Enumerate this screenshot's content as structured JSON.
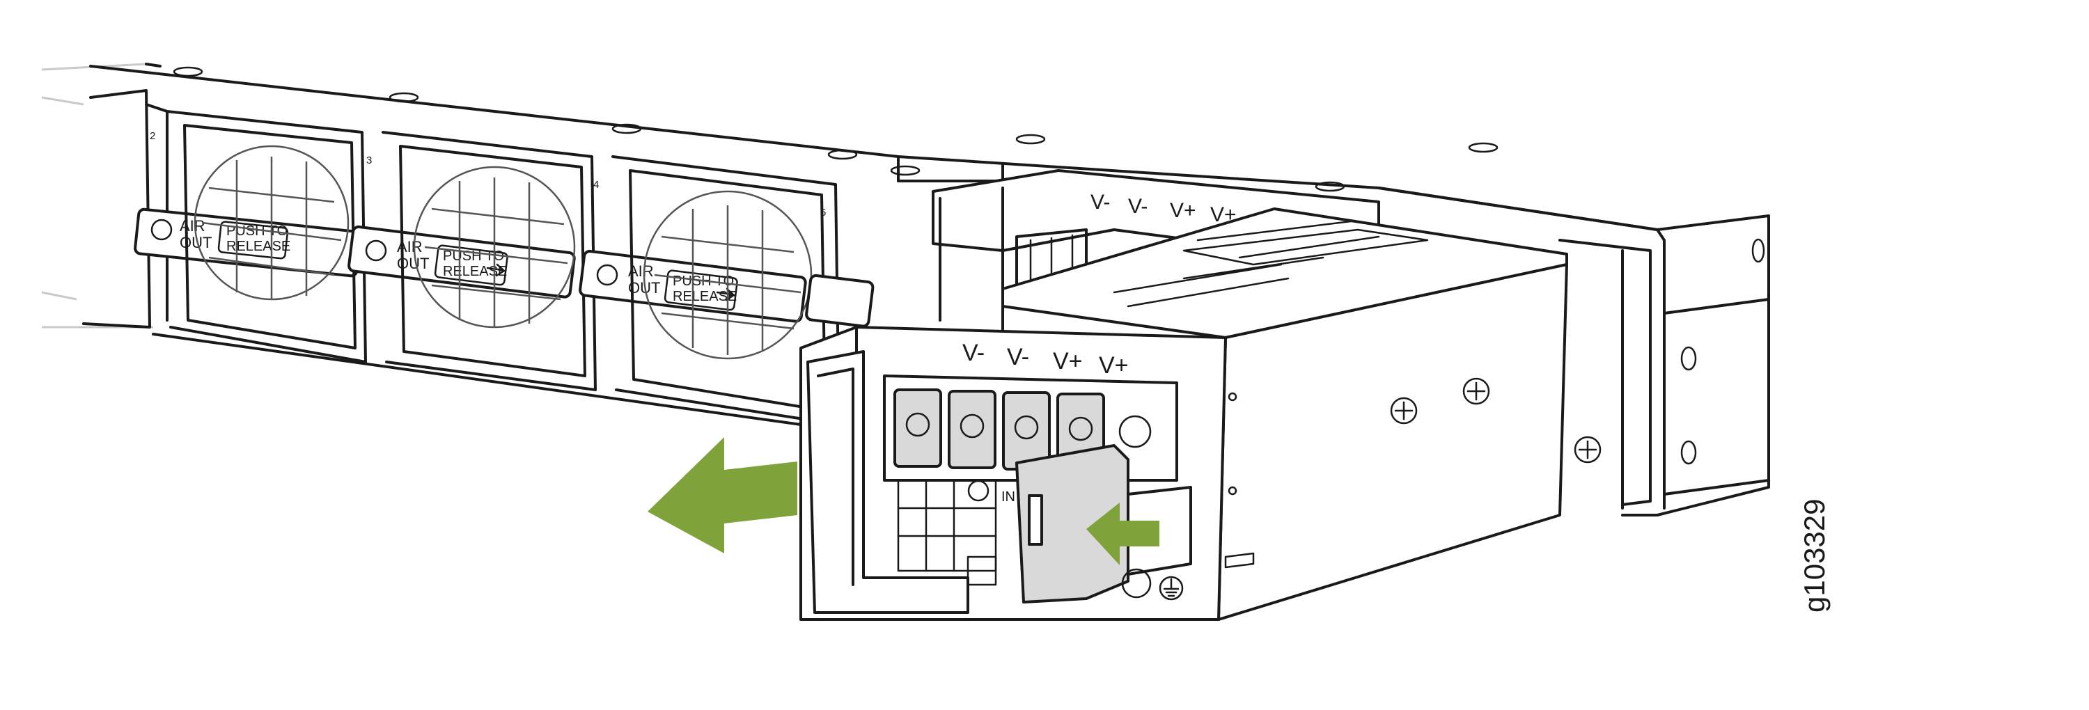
{
  "figure_id": "g103329",
  "accent_color": "#7fa23a",
  "fan_modules": [
    {
      "slot": "2",
      "air_label_1": "AIR",
      "air_label_2": "OUT",
      "release_label_1": "PUSH TO",
      "release_label_2": "RELEASE"
    },
    {
      "slot": "3",
      "air_label_1": "AIR",
      "air_label_2": "OUT",
      "release_label_1": "PUSH TO",
      "release_label_2": "RELEASE"
    },
    {
      "slot": "4",
      "air_label_1": "AIR",
      "air_label_2": "OUT",
      "release_label_1": "PUSH TO",
      "release_label_2": "RELEASE"
    },
    {
      "slot": "5",
      "air_label_1": "",
      "air_label_2": "",
      "release_label_1": "",
      "release_label_2": ""
    }
  ],
  "rear_psu_terminals": [
    "V-",
    "V-",
    "V+",
    "V+"
  ],
  "front_psu_terminals": [
    "V-",
    "V-",
    "V+",
    "V+"
  ],
  "terminal_block_label": "IN",
  "icons": [
    "fan-icon",
    "arrow-right-icon",
    "ground-icon",
    "screw-icon",
    "pull-arrow-icon",
    "push-arrow-icon"
  ]
}
